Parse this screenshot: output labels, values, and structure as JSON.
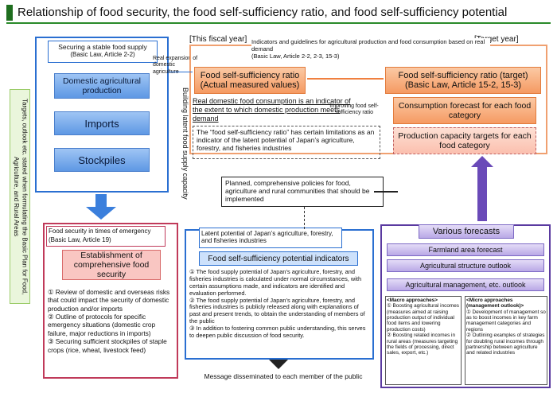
{
  "title": "Relationship of food security, the food self-sufficiency ratio, and food self-sufficiency potential",
  "side_note": "Targets, outlook etc. stated when formulating the Basic Plan for Food, Agriculture, and Rural Areas",
  "this_year": "[This fiscal year]",
  "target_year": "[Target year]",
  "stable": {
    "title": "Securing a stable food supply",
    "sub": "(Basic Law, Article 2-2)",
    "items": [
      "Domestic agricultural production",
      "Imports",
      "Stockpiles"
    ]
  },
  "real_expansion": "Real expansion of domestic agriculture",
  "building_label": "Building latent food supply capacity",
  "indicators": {
    "text": "Indicators and guidelines for agricultural production and food consumption based on real demand",
    "sub": "(Basic Law, Article 2-2, 2-3, 15-3)"
  },
  "ratio_actual": "Food self-sufficiency ratio (Actual measured values)",
  "improving": "Improving food self-sufficiency ratio",
  "ratio_target": "Food self-sufficiency ratio (target) (Basic Law, Article 15-2, 15-3)",
  "real_consumption": "Real domestic food consumption is an indicator of the extent to which domestic production meets demand",
  "consumption_forecast": "Consumption forecast for each food category",
  "limitations": "The “food self-sufficiency ratio” has certain limitations as an indicator of the latent potential of Japan’s agriculture, forestry, and fisheries industries",
  "production_targets": "Production capacity targets for each food category",
  "planned": "Planned, comprehensive policies for food, agriculture and rural communities that should be implemented",
  "emergency": {
    "title": "Food security in times of emergency",
    "sub": "(Basic Law, Article 19)",
    "box": "Establishment of comprehensive food security",
    "items": [
      "① Review of domestic and overseas risks that could impact the security of domestic production and/or imports",
      "② Outline of protocols for specific emergency situations (domestic crop failure, major reductions in imports)",
      "③ Securing sufficient stockpiles of staple crops (rice, wheat, livestock feed)"
    ]
  },
  "latent": {
    "title": "Latent potential of Japan’s agriculture, forestry, and fisheries industries",
    "box": "Food self-sufficiency potential indicators",
    "items": [
      "① The food supply potential of Japan’s agriculture, forestry, and fisheries industries is calculated under normal circumstances, with certain assumptions made, and indicators are identified and evaluation performed.",
      "② The food supply potential of Japan’s agriculture, forestry, and fisheries industries is publicly released along with explanations of past and present trends, to obtain the understanding of members of the public",
      "③ In addition to fostering common public understanding, this serves to deepen public discussion of food security."
    ],
    "message": "Message disseminated to each member of the public"
  },
  "forecasts": {
    "title": "Various forecasts",
    "items": [
      "Farmland area forecast",
      "Agricultural structure outlook",
      "Agricultural management, etc. outlook"
    ],
    "macro_title": "<Macro approaches>",
    "macro": [
      "① Boosting agricultural incomes (measures aimed at raising production output of individual food items and lowering production costs)",
      "② Boosting related incomes in rural areas (measures targeting the fields of processing, direct sales, export, etc.)"
    ],
    "micro_title": "<Micro approaches (management outlook)>",
    "micro": [
      "① Development of management so as to boost incomes in key farm management categories and regions",
      "② Outlining examples of strategies for doubling rural incomes through partnership between agriculture and related industries"
    ]
  }
}
